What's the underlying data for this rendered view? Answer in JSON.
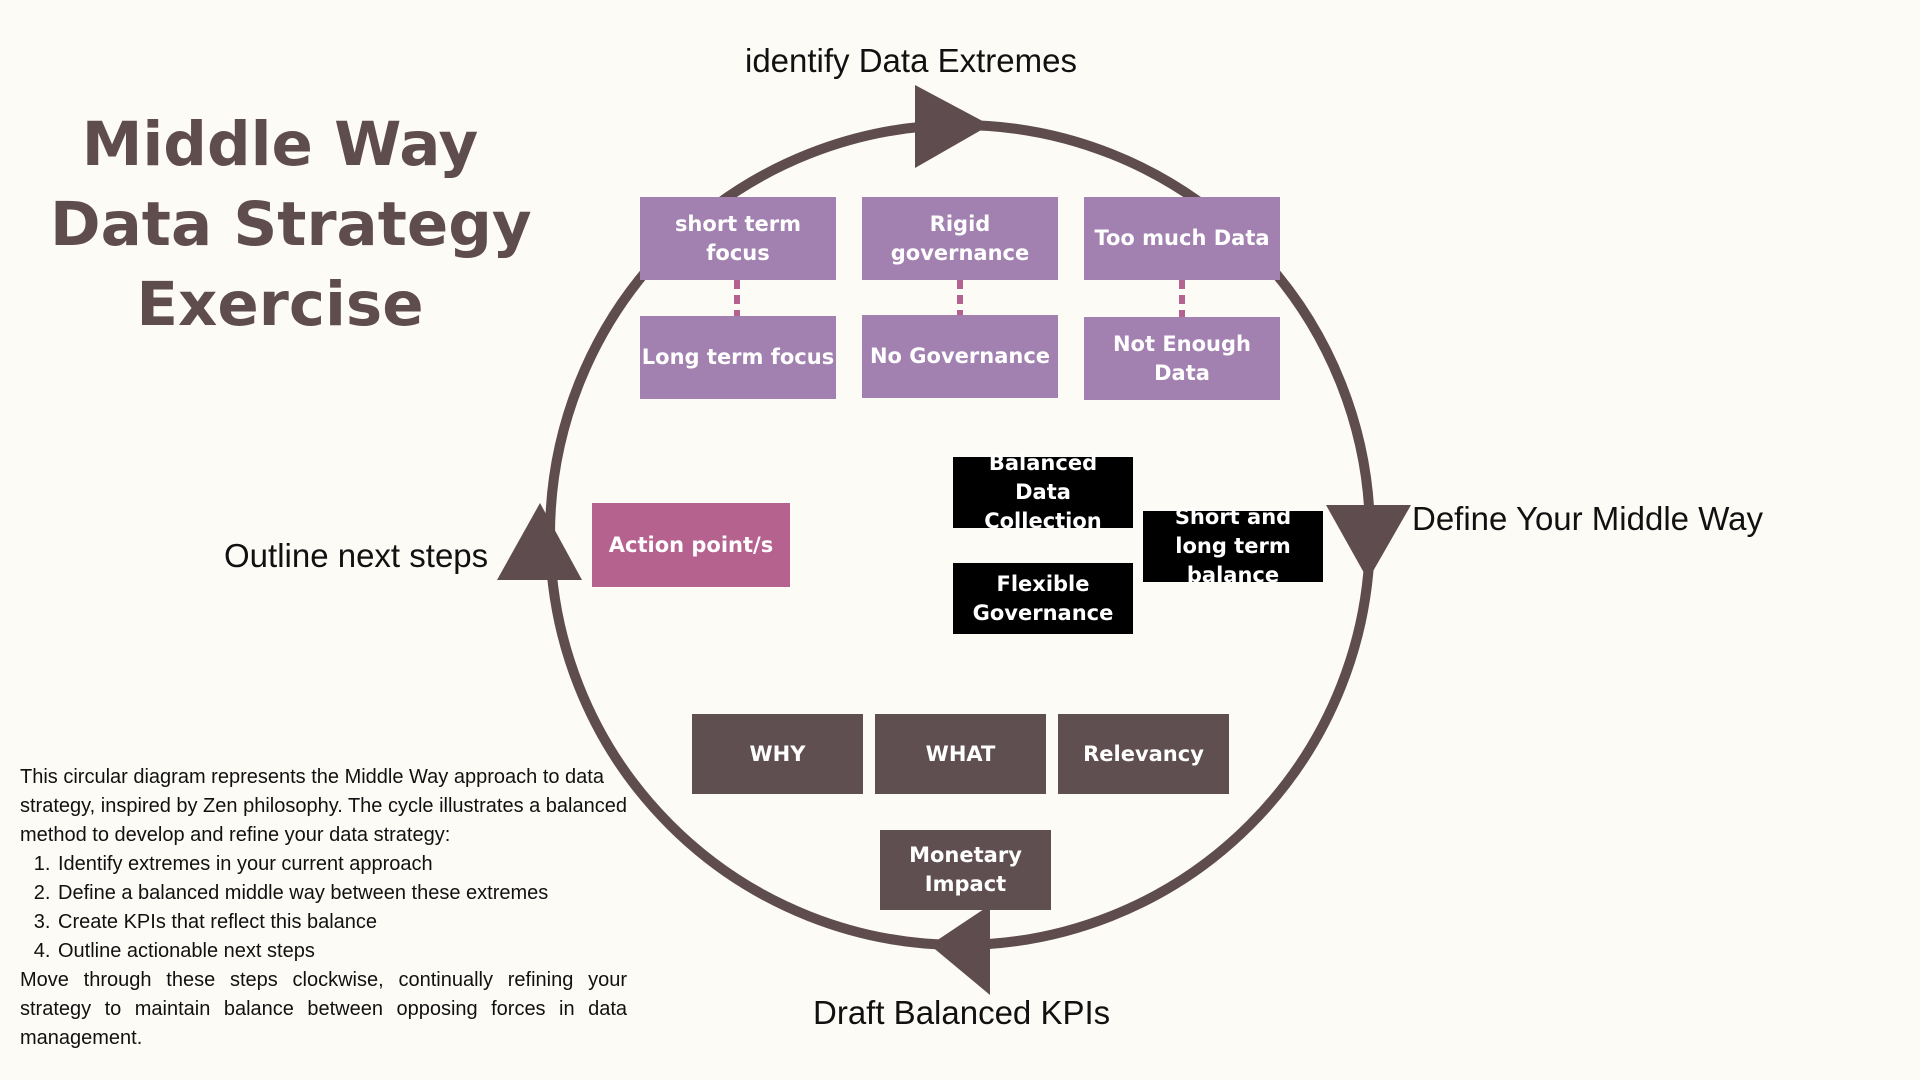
{
  "title": {
    "line1": "Middle Way",
    "line2": "Data Strategy",
    "line3": "Exercise"
  },
  "stages": {
    "top": "identify Data Extremes",
    "right": "Define Your Middle Way",
    "bottom": "Draft Balanced KPIs",
    "left": "Outline next steps"
  },
  "extremes": [
    {
      "top": "short term focus",
      "bottom": "Long term focus"
    },
    {
      "top": "Rigid governance",
      "bottom": "No Governance"
    },
    {
      "top": "Too much Data",
      "bottom": "Not Enough Data"
    }
  ],
  "middle_way": {
    "box1": "Balanced Data Collection",
    "box2": "Flexible Governance",
    "box3": "Short and long term balance"
  },
  "kpis": {
    "why": "WHY",
    "what": "WHAT",
    "relevancy": "Relevancy",
    "monetary": "Monetary Impact"
  },
  "next_steps": {
    "action": "Action point/s"
  },
  "description": {
    "intro": "This circular diagram represents the Middle Way approach to data strategy, inspired by Zen philosophy. The cycle illustrates a balanced method to develop and refine your data strategy:",
    "steps": [
      "Identify extremes in your current approach",
      "Define a balanced middle way between these extremes",
      "Create KPIs that reflect this balance",
      "Outline actionable next steps"
    ],
    "outro": "Move through these steps clockwise, continually refining your strategy to maintain balance between opposing forces in data management."
  },
  "colors": {
    "ring": "#5f4c4e",
    "extreme_box": "#a281b0",
    "action_box": "#b5628f",
    "middle_box": "#000000",
    "kpi_box": "#604f51",
    "connector": "#b5628f",
    "background": "#fdfbf5"
  },
  "icons": {
    "arrow_top": "arrow-right-icon",
    "arrow_right": "arrow-down-icon",
    "arrow_bottom": "arrow-left-icon",
    "arrow_left": "arrow-up-icon"
  }
}
